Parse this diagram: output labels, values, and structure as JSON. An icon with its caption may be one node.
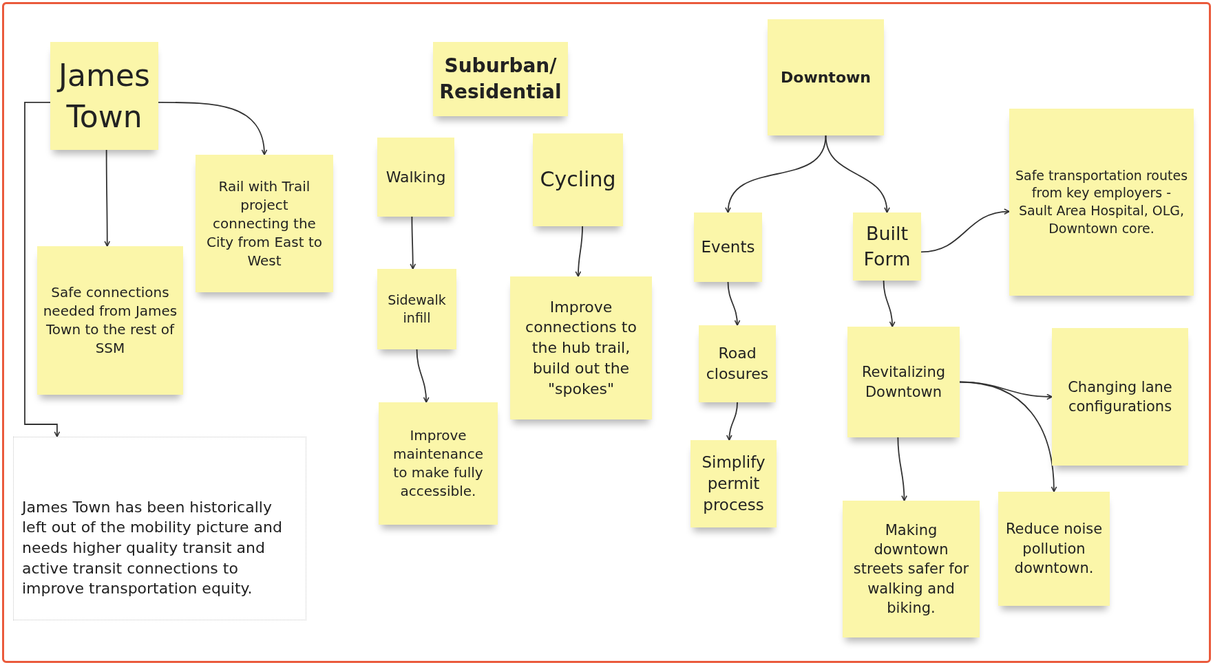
{
  "diagram": {
    "nodes": [
      {
        "text": [
          "James Town"
        ]
      },
      {
        "text": [
          "Rail with Trail project connecting the City from East to West"
        ]
      },
      {
        "text": [
          "Safe connections needed from James Town to the rest of SSM"
        ]
      },
      {
        "text": [
          "James Town has been historically left out of the mobility picture and needs higher quality transit and active transit connections to improve transportation equity."
        ]
      },
      {
        "text": [
          "Suburban/ Residential"
        ]
      },
      {
        "text": [
          "Walking"
        ]
      },
      {
        "text": [
          "Cycling"
        ]
      },
      {
        "text": [
          "Sidewalk infill"
        ]
      },
      {
        "text": [
          "Improve maintenance to make fully accessible."
        ]
      },
      {
        "text": [
          "Improve connections to the hub trail, build out the \"spokes\""
        ]
      },
      {
        "text": [
          "Downtown"
        ]
      },
      {
        "text": [
          "Events"
        ]
      },
      {
        "text": [
          "Built Form"
        ]
      },
      {
        "text": [
          "Safe transportation routes from key employers - Sault Area Hospital, OLG, Downtown core."
        ]
      },
      {
        "text": [
          "Road closures"
        ]
      },
      {
        "text": [
          "Revitalizing Downtown"
        ]
      },
      {
        "text": [
          "Changing lane configurations"
        ]
      },
      {
        "text": [
          "Simplify permit process"
        ]
      },
      {
        "text": [
          "Making downtown streets safer for walking and biking."
        ]
      },
      {
        "text": [
          "Reduce noise pollution downtown."
        ]
      }
    ],
    "edges": [
      {
        "from": 0,
        "to": 1,
        "arrow": "to"
      },
      {
        "from": 0,
        "to": 2,
        "arrow": "to"
      },
      {
        "from": 0,
        "to": 3,
        "arrow": "to"
      },
      {
        "from": 5,
        "to": 7,
        "arrow": "to"
      },
      {
        "from": 7,
        "to": 8,
        "arrow": "to"
      },
      {
        "from": 6,
        "to": 9,
        "arrow": "to"
      },
      {
        "from": 10,
        "to": 11,
        "arrow": "to"
      },
      {
        "from": 10,
        "to": 12,
        "arrow": "to"
      },
      {
        "from": 12,
        "to": 13,
        "arrow": "to"
      },
      {
        "from": 11,
        "to": 14,
        "arrow": "to"
      },
      {
        "from": 14,
        "to": 17,
        "arrow": "to"
      },
      {
        "from": 12,
        "to": 15,
        "arrow": "to"
      },
      {
        "from": 15,
        "to": 16,
        "arrow": "to"
      },
      {
        "from": 15,
        "to": 19,
        "arrow": "to"
      },
      {
        "from": 15,
        "to": 18,
        "arrow": "to"
      }
    ]
  }
}
